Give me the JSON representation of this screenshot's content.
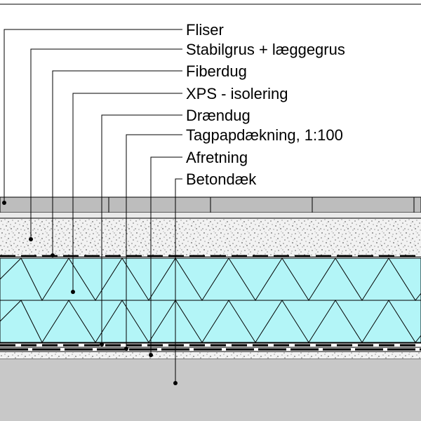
{
  "diagram": {
    "labels": [
      "Fliser",
      "Stabilgrus + læggegrus",
      "Fiberdug",
      "XPS - isolering",
      "Drændug",
      "Tagpapdækning, 1:100",
      "Afretning",
      "Betondæk"
    ]
  }
}
